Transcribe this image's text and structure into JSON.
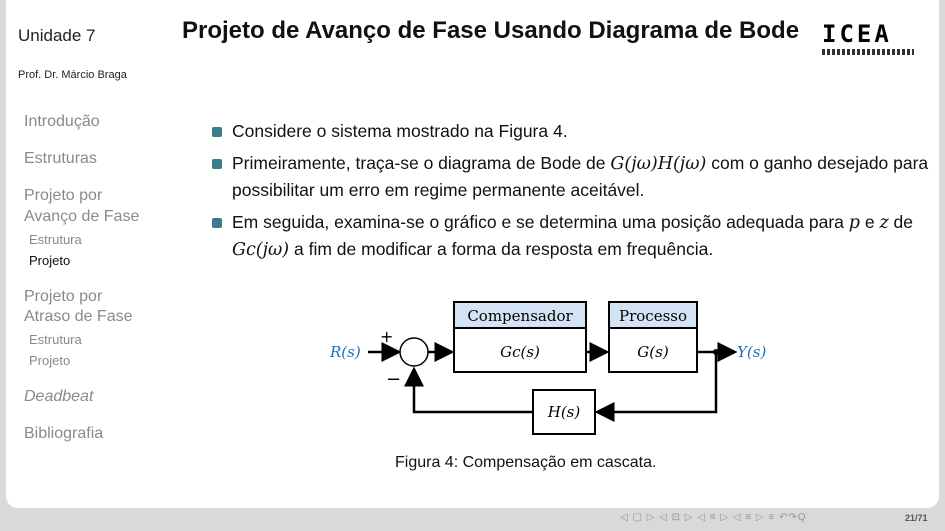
{
  "header": {
    "unit": "Unidade 7",
    "professor": "Prof. Dr. Márcio Braga",
    "title": "Projeto de Avanço de Fase Usando Diagrama de Bode",
    "logo_text": "ICEA"
  },
  "nav": {
    "intro": "Introdução",
    "estruturas": "Estruturas",
    "avanco_line1": "Projeto por",
    "avanco_line2": "Avanço de Fase",
    "avanco_sub1": "Estrutura",
    "avanco_sub2": "Projeto",
    "atraso_line1": "Projeto por",
    "atraso_line2": "Atraso de Fase",
    "atraso_sub1": "Estrutura",
    "atraso_sub2": "Projeto",
    "deadbeat": "Deadbeat",
    "biblio": "Bibliografia"
  },
  "bullets": {
    "b1": "Considere o sistema mostrado na Figura 4.",
    "b2_pre": "Primeiramente, traça-se o diagrama de Bode de ",
    "b2_math": "G(jω)H(jω)",
    "b2_post": " com o ganho desejado para possibilitar um erro em regime permanente aceitável.",
    "b3_pre": "Em seguida, examina-se o gráfico e se determina uma posição adequada para ",
    "b3_p": "p",
    "b3_e": " e ",
    "b3_z": "z",
    "b3_de": " de ",
    "b3_math": "Gc(jω)",
    "b3_post": " a fim de modificar a forma da resposta em frequência."
  },
  "diagram": {
    "input": "R(s)",
    "plus": "+",
    "minus": "−",
    "comp_label": "Compensador",
    "comp_tf": "Gc(s)",
    "proc_label": "Processo",
    "proc_tf": "G(s)",
    "output": "Y(s)",
    "feedback_tf": "H(s)",
    "accent_color": "#1a6fbf"
  },
  "caption": "Figura 4: Compensação em cascata.",
  "footer": {
    "nav_symbols": "◁ ▢ ▷ ◁ ⊡ ▷ ◁ ≡ ▷ ◁ ≡ ▷  ≡  ↶↷Q",
    "page": "21/71"
  }
}
